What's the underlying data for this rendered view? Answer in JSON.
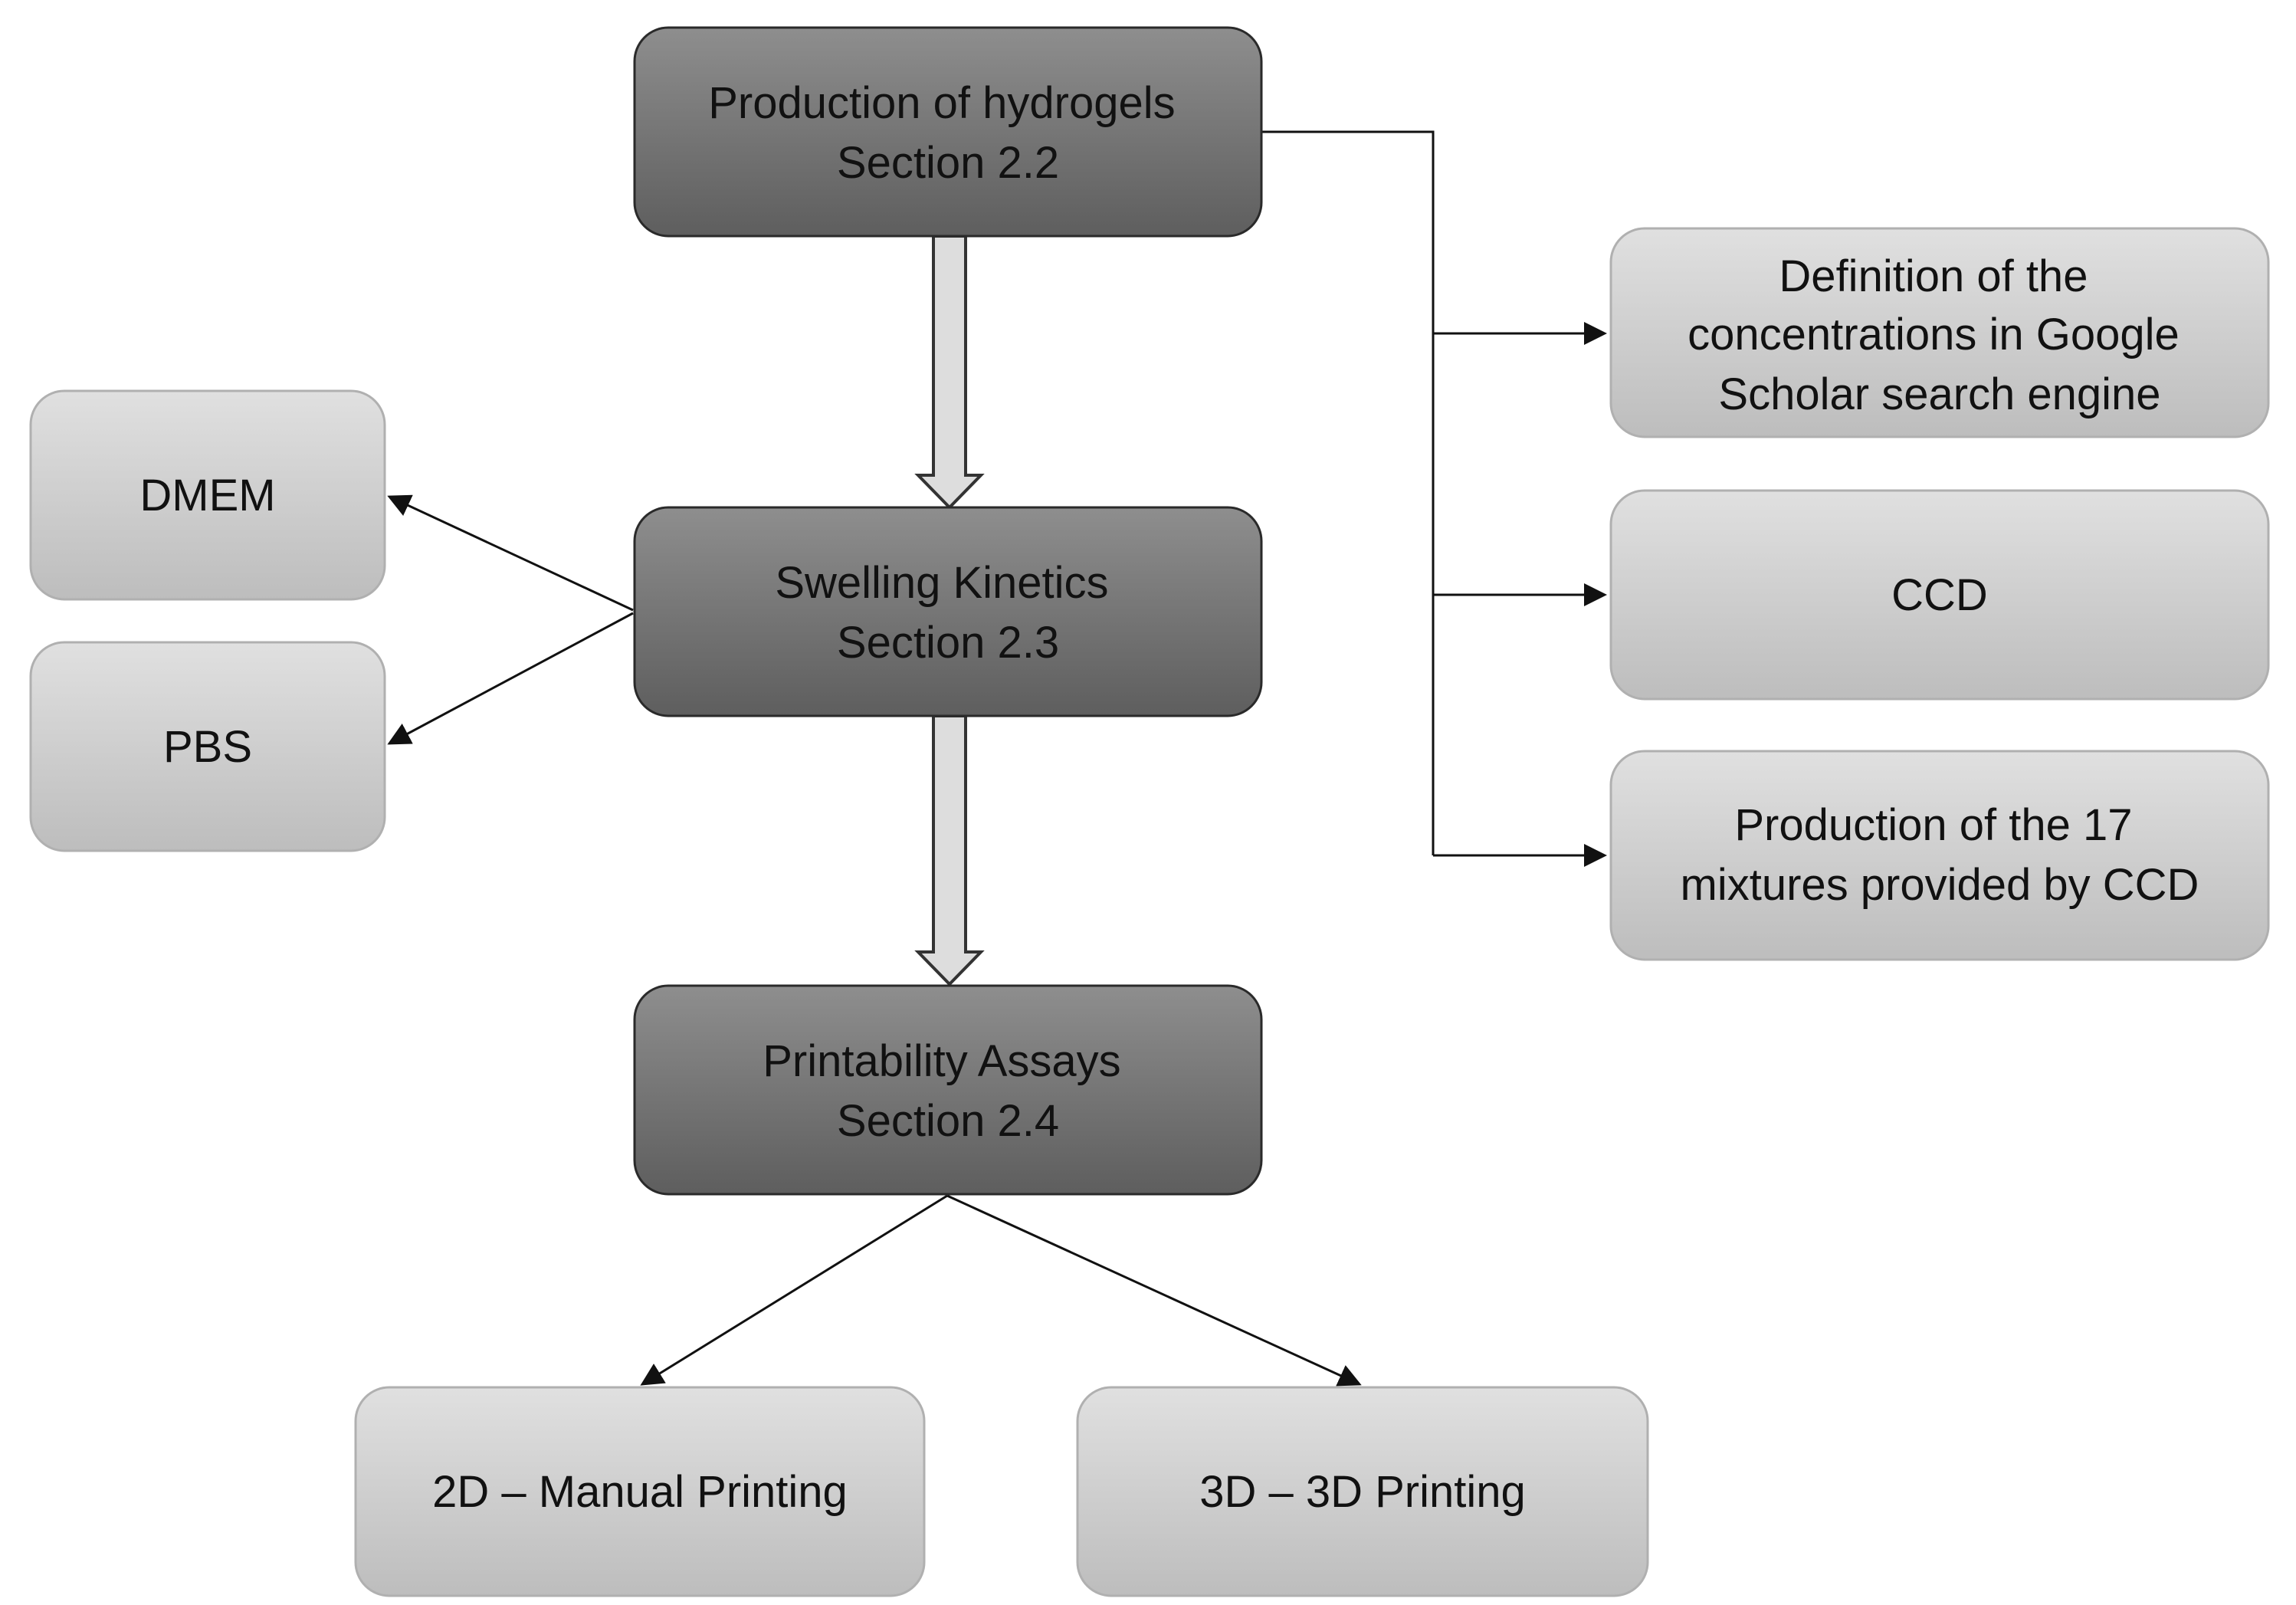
{
  "diagram": {
    "main_steps": {
      "production": {
        "line1": "Production of hydrogels",
        "line2": "Section 2.2"
      },
      "swelling": {
        "line1": "Swelling Kinetics",
        "line2": "Section 2.3"
      },
      "printability": {
        "line1": "Printability Assays",
        "line2": "Section 2.4"
      }
    },
    "swelling_media": {
      "dmem": "DMEM",
      "pbs": "PBS"
    },
    "production_details": {
      "definition": {
        "line1": "Definition of the",
        "line2": "concentrations in Google",
        "line3": "Scholar search engine"
      },
      "ccd": "CCD",
      "mixtures": {
        "line1": "Production of the 17",
        "line2": "mixtures provided by CCD"
      }
    },
    "printing_methods": {
      "manual": "2D – Manual Printing",
      "printing3d": "3D – 3D Printing"
    },
    "colors": {
      "dark_box_top": "#8e8e8e",
      "dark_box_bottom": "#5e5e5e",
      "light_box_top": "#e0e0e0",
      "light_box_bottom": "#bdbdbd",
      "connector": "#111111",
      "block_arrow_fill": "#dddddd"
    }
  }
}
